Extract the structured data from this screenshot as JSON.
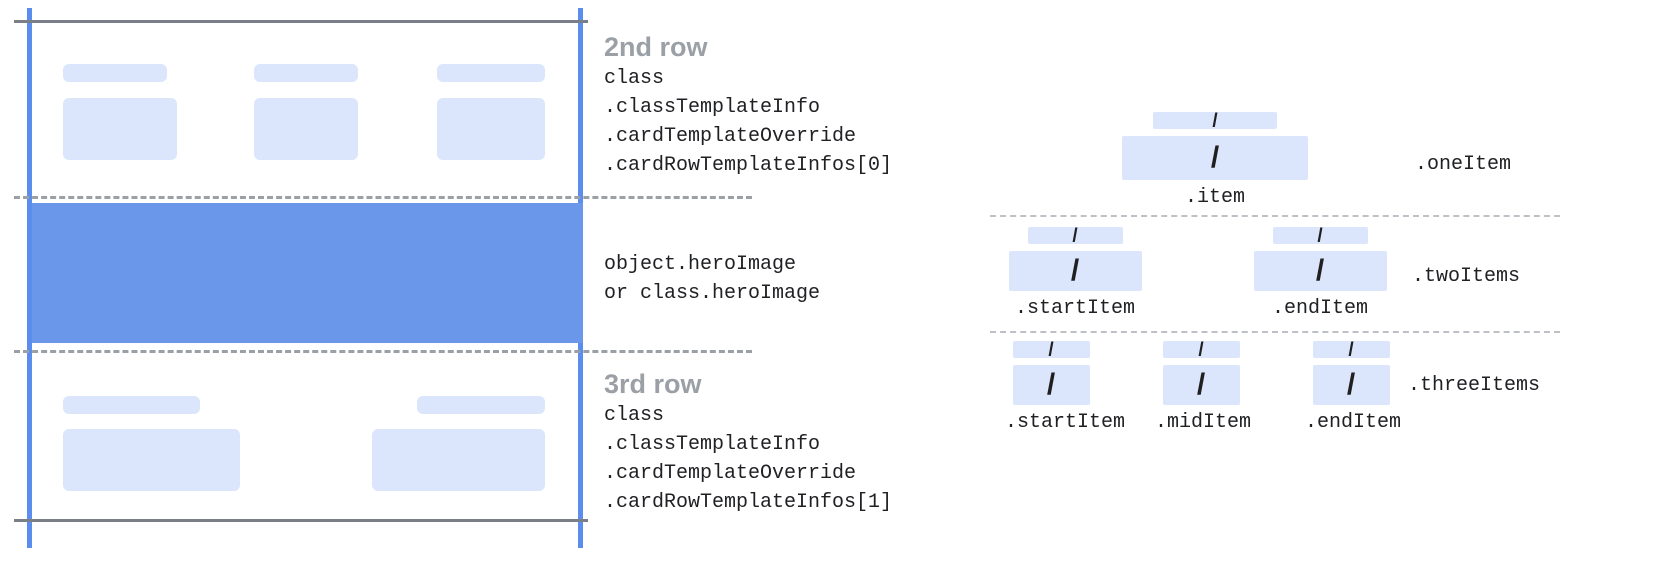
{
  "left_diagram": {
    "rows": [
      {
        "heading": "2nd row",
        "code": "class\n.classTemplateInfo\n.cardTemplateOverride\n.cardRowTemplateInfos[0]"
      },
      {
        "heading": "",
        "code": "object.heroImage\nor class.heroImage"
      },
      {
        "heading": "3rd row",
        "code": "class\n.classTemplateInfo\n.cardTemplateOverride\n.cardRowTemplateInfos[1]"
      }
    ]
  },
  "right_diagram": {
    "variants": [
      {
        "name": ".oneItem",
        "items": [
          {
            "label": ".item",
            "glyph": "/"
          }
        ]
      },
      {
        "name": ".twoItems",
        "items": [
          {
            "label": ".startItem",
            "glyph": "/"
          },
          {
            "label": ".endItem",
            "glyph": "/"
          }
        ]
      },
      {
        "name": ".threeItems",
        "items": [
          {
            "label": ".startItem",
            "glyph": "/"
          },
          {
            "label": ".midItem",
            "glyph": "/"
          },
          {
            "label": ".endItem",
            "glyph": "/"
          }
        ]
      }
    ]
  },
  "colors": {
    "hero_blue": "#6b97eb",
    "rail_blue": "#5b8def",
    "placeholder_blue": "#dbe5fb",
    "heading_grey": "#9aa0a6",
    "rule_grey": "#7a7f87",
    "text_dark": "#202124"
  }
}
